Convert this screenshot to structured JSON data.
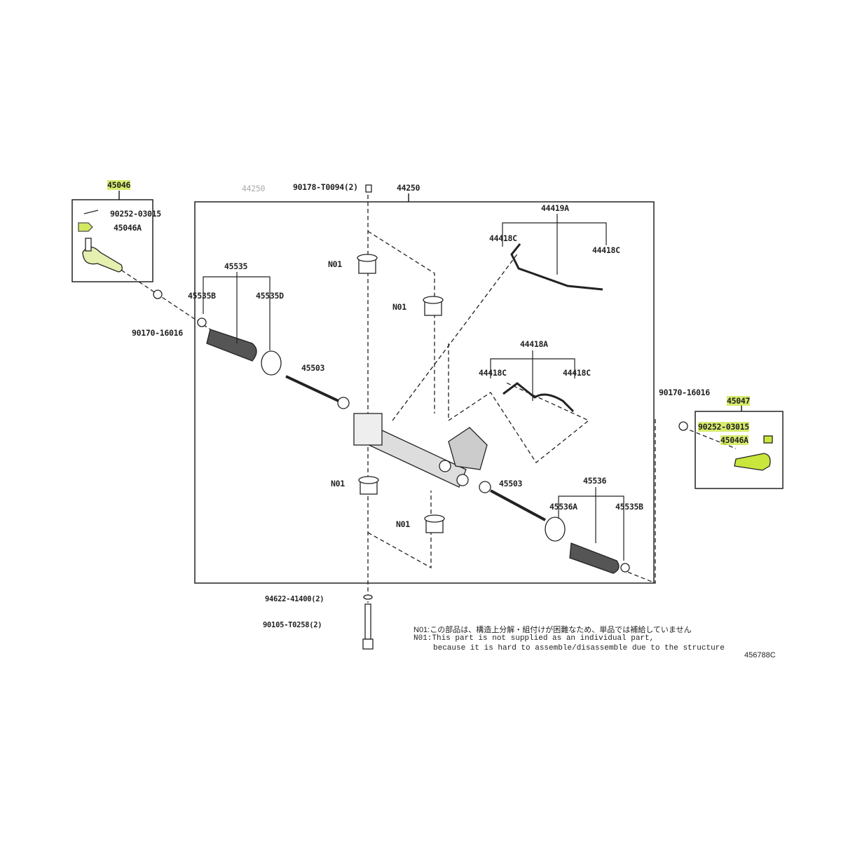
{
  "diagram": {
    "ghost_labels": [
      "44250"
    ],
    "labels": {
      "left_tie_rod_end": "45046",
      "top_nut": "90178-T0094(2)",
      "assembly": "44250",
      "left_cotter_pin": "90252-03015",
      "left_nut": "45046A",
      "left_lock_nut": "90170-16016",
      "left_boot_kit": "45535",
      "left_boot_clamp": "45535B",
      "left_boot_band": "45535D",
      "left_rack_end": "45503",
      "n01_a": "N01",
      "n01_b": "N01",
      "n01_c": "N01",
      "n01_d": "N01",
      "tube_upper": "44419A",
      "tube_upper_c1": "44418C",
      "tube_upper_c2": "44418C",
      "tube_lower": "44418A",
      "tube_lower_c1": "44418C",
      "tube_lower_c2": "44418C",
      "right_lock_nut": "90170-16016",
      "right_tie_rod_end": "45047",
      "right_cotter_pin": "90252-03015",
      "right_nut": "45046A",
      "right_rack_end": "45503",
      "right_boot_kit": "45536",
      "right_boot_band": "45536A",
      "right_boot_clamp": "45535B",
      "washer": "94622-41400(2)",
      "bolt": "90105-T0258(2)"
    },
    "notes": {
      "jp": "N01:この部品は、構造上分解・組付けが困難なため、単品では補給していません",
      "en1": "N01:This part is not supplied as an individual part,",
      "en2": "because it is hard to assemble/disassemble due to the structure"
    },
    "figure_id": "456788C",
    "highlight_color": "#c8e63c"
  }
}
